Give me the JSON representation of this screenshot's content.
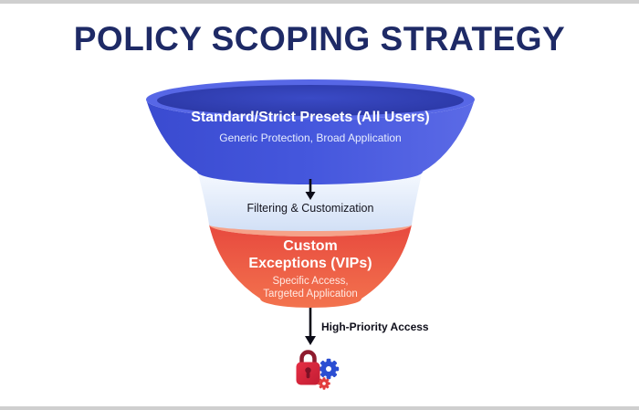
{
  "title": "POLICY SCOPING STRATEGY",
  "funnel": {
    "stage_top": {
      "label": "Standard/Strict Presets (All Users)",
      "sublabel": "Generic Protection, Broad Application",
      "color": "#4253da"
    },
    "stage_middle": {
      "label": "Filtering & Customization",
      "color": "#e6eefb"
    },
    "stage_bottom": {
      "label_lines": [
        "Custom",
        "Exceptions (VIPs)"
      ],
      "sublabel_lines": [
        "Specific Access,",
        "Targeted Application"
      ],
      "color": "#ec5a43"
    },
    "outcome": {
      "label": "High-Priority Access"
    }
  },
  "colors": {
    "title_navy": "#1e2a66",
    "funnel_blue": "#4253da",
    "funnel_blue_inner": "#2a379f",
    "funnel_band": "#e6eefb",
    "funnel_red": "#ec5a43",
    "arrow_black": "#0c0c18",
    "lock_red": "#d42339",
    "gear_blue": "#2b4ed2",
    "gear_red": "#e23b3b"
  },
  "icons": {
    "mid_arrow": "down-arrow-icon",
    "outcome_arrow": "down-arrow-icon",
    "padlock": "padlock-icon",
    "gear_large": "gear-icon",
    "gear_small": "small-gear-icon"
  }
}
